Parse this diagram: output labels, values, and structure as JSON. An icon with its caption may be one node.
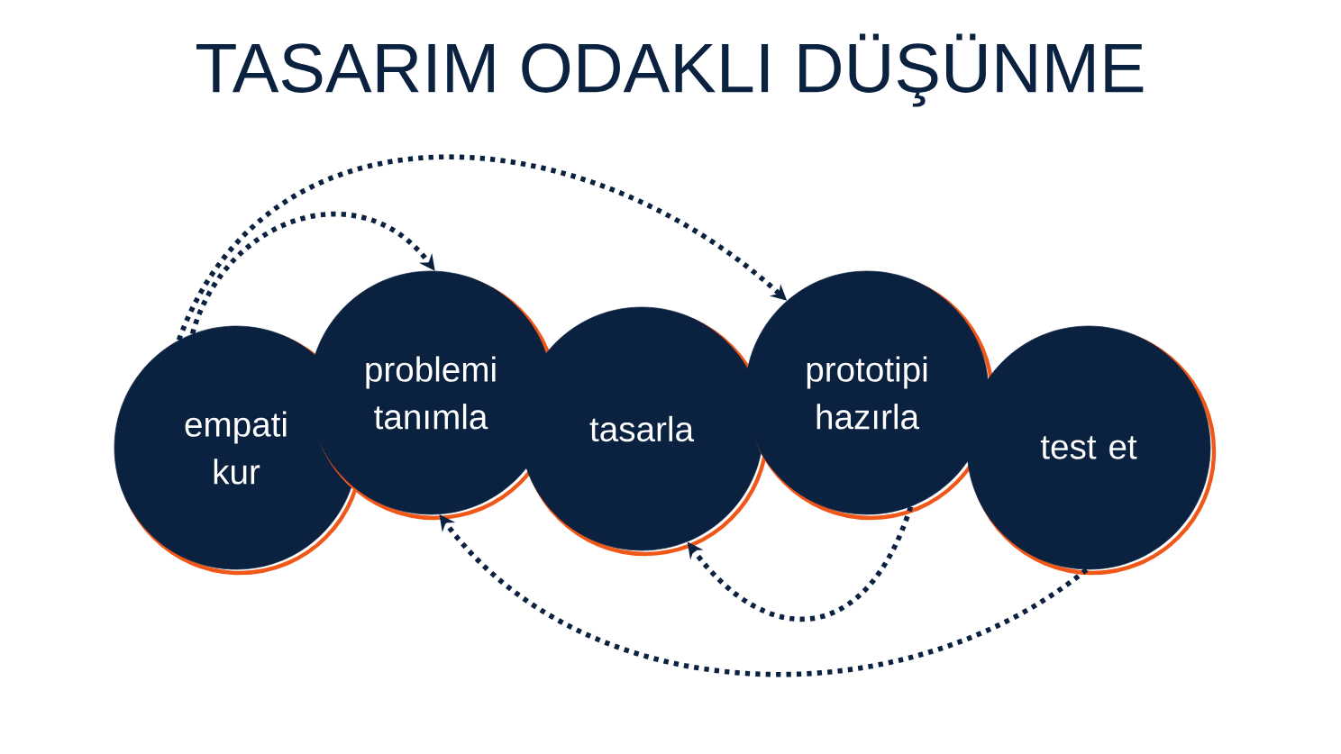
{
  "diagram": {
    "title": "TASARIM ODAKLI DÜŞÜNME",
    "nodes": [
      {
        "text": [
          "empati kur"
        ]
      },
      {
        "text": [
          "problemi tanımla"
        ]
      },
      {
        "text": [
          "tasarla"
        ]
      },
      {
        "text": [
          "prototipi hazırla"
        ]
      },
      {
        "text": [
          "test et"
        ]
      }
    ],
    "edges": [
      {
        "from": 0,
        "to": 1,
        "arrow": "to",
        "style": "dashed"
      },
      {
        "from": 0,
        "to": 3,
        "arrow": "to",
        "style": "dashed"
      },
      {
        "from": 3,
        "to": 2,
        "arrow": "to",
        "style": "dashed"
      },
      {
        "from": 4,
        "to": 1,
        "arrow": "to",
        "style": "dashed"
      }
    ]
  }
}
